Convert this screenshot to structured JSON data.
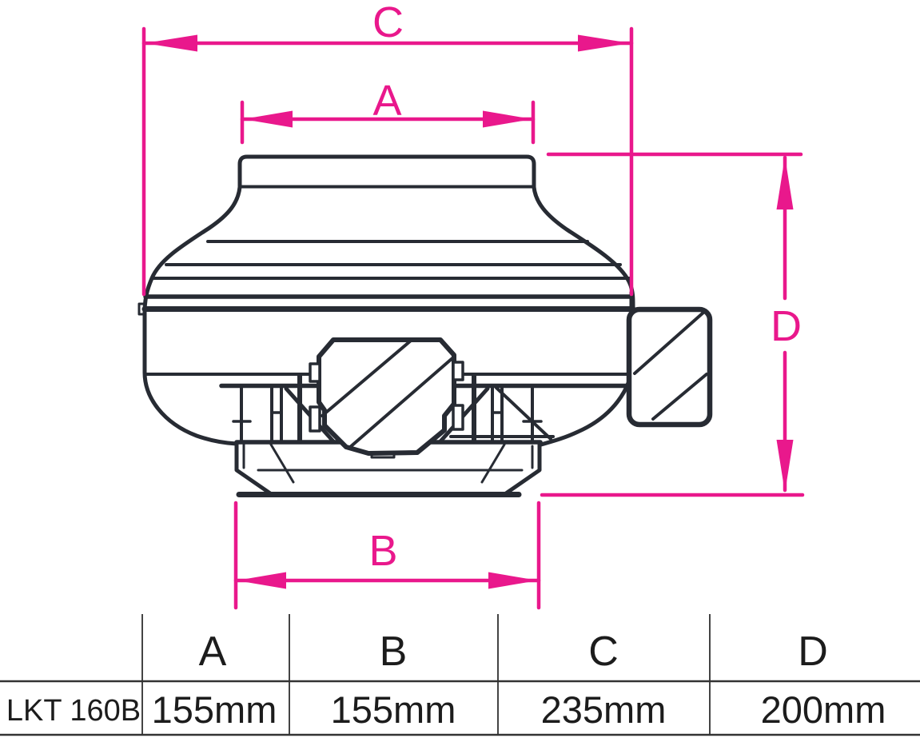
{
  "diagram": {
    "title_hint": "centrifugal-duct-fan-side-view",
    "dim_labels": {
      "c": "C",
      "a": "A",
      "b": "B",
      "d": "D"
    },
    "accent_color": "#e9188c",
    "line_color": "#272b33"
  },
  "table": {
    "row_label": "LKT 160B",
    "headers": [
      "A",
      "B",
      "C",
      "D"
    ],
    "values": [
      "155mm",
      "155mm",
      "235mm",
      "200mm"
    ]
  }
}
